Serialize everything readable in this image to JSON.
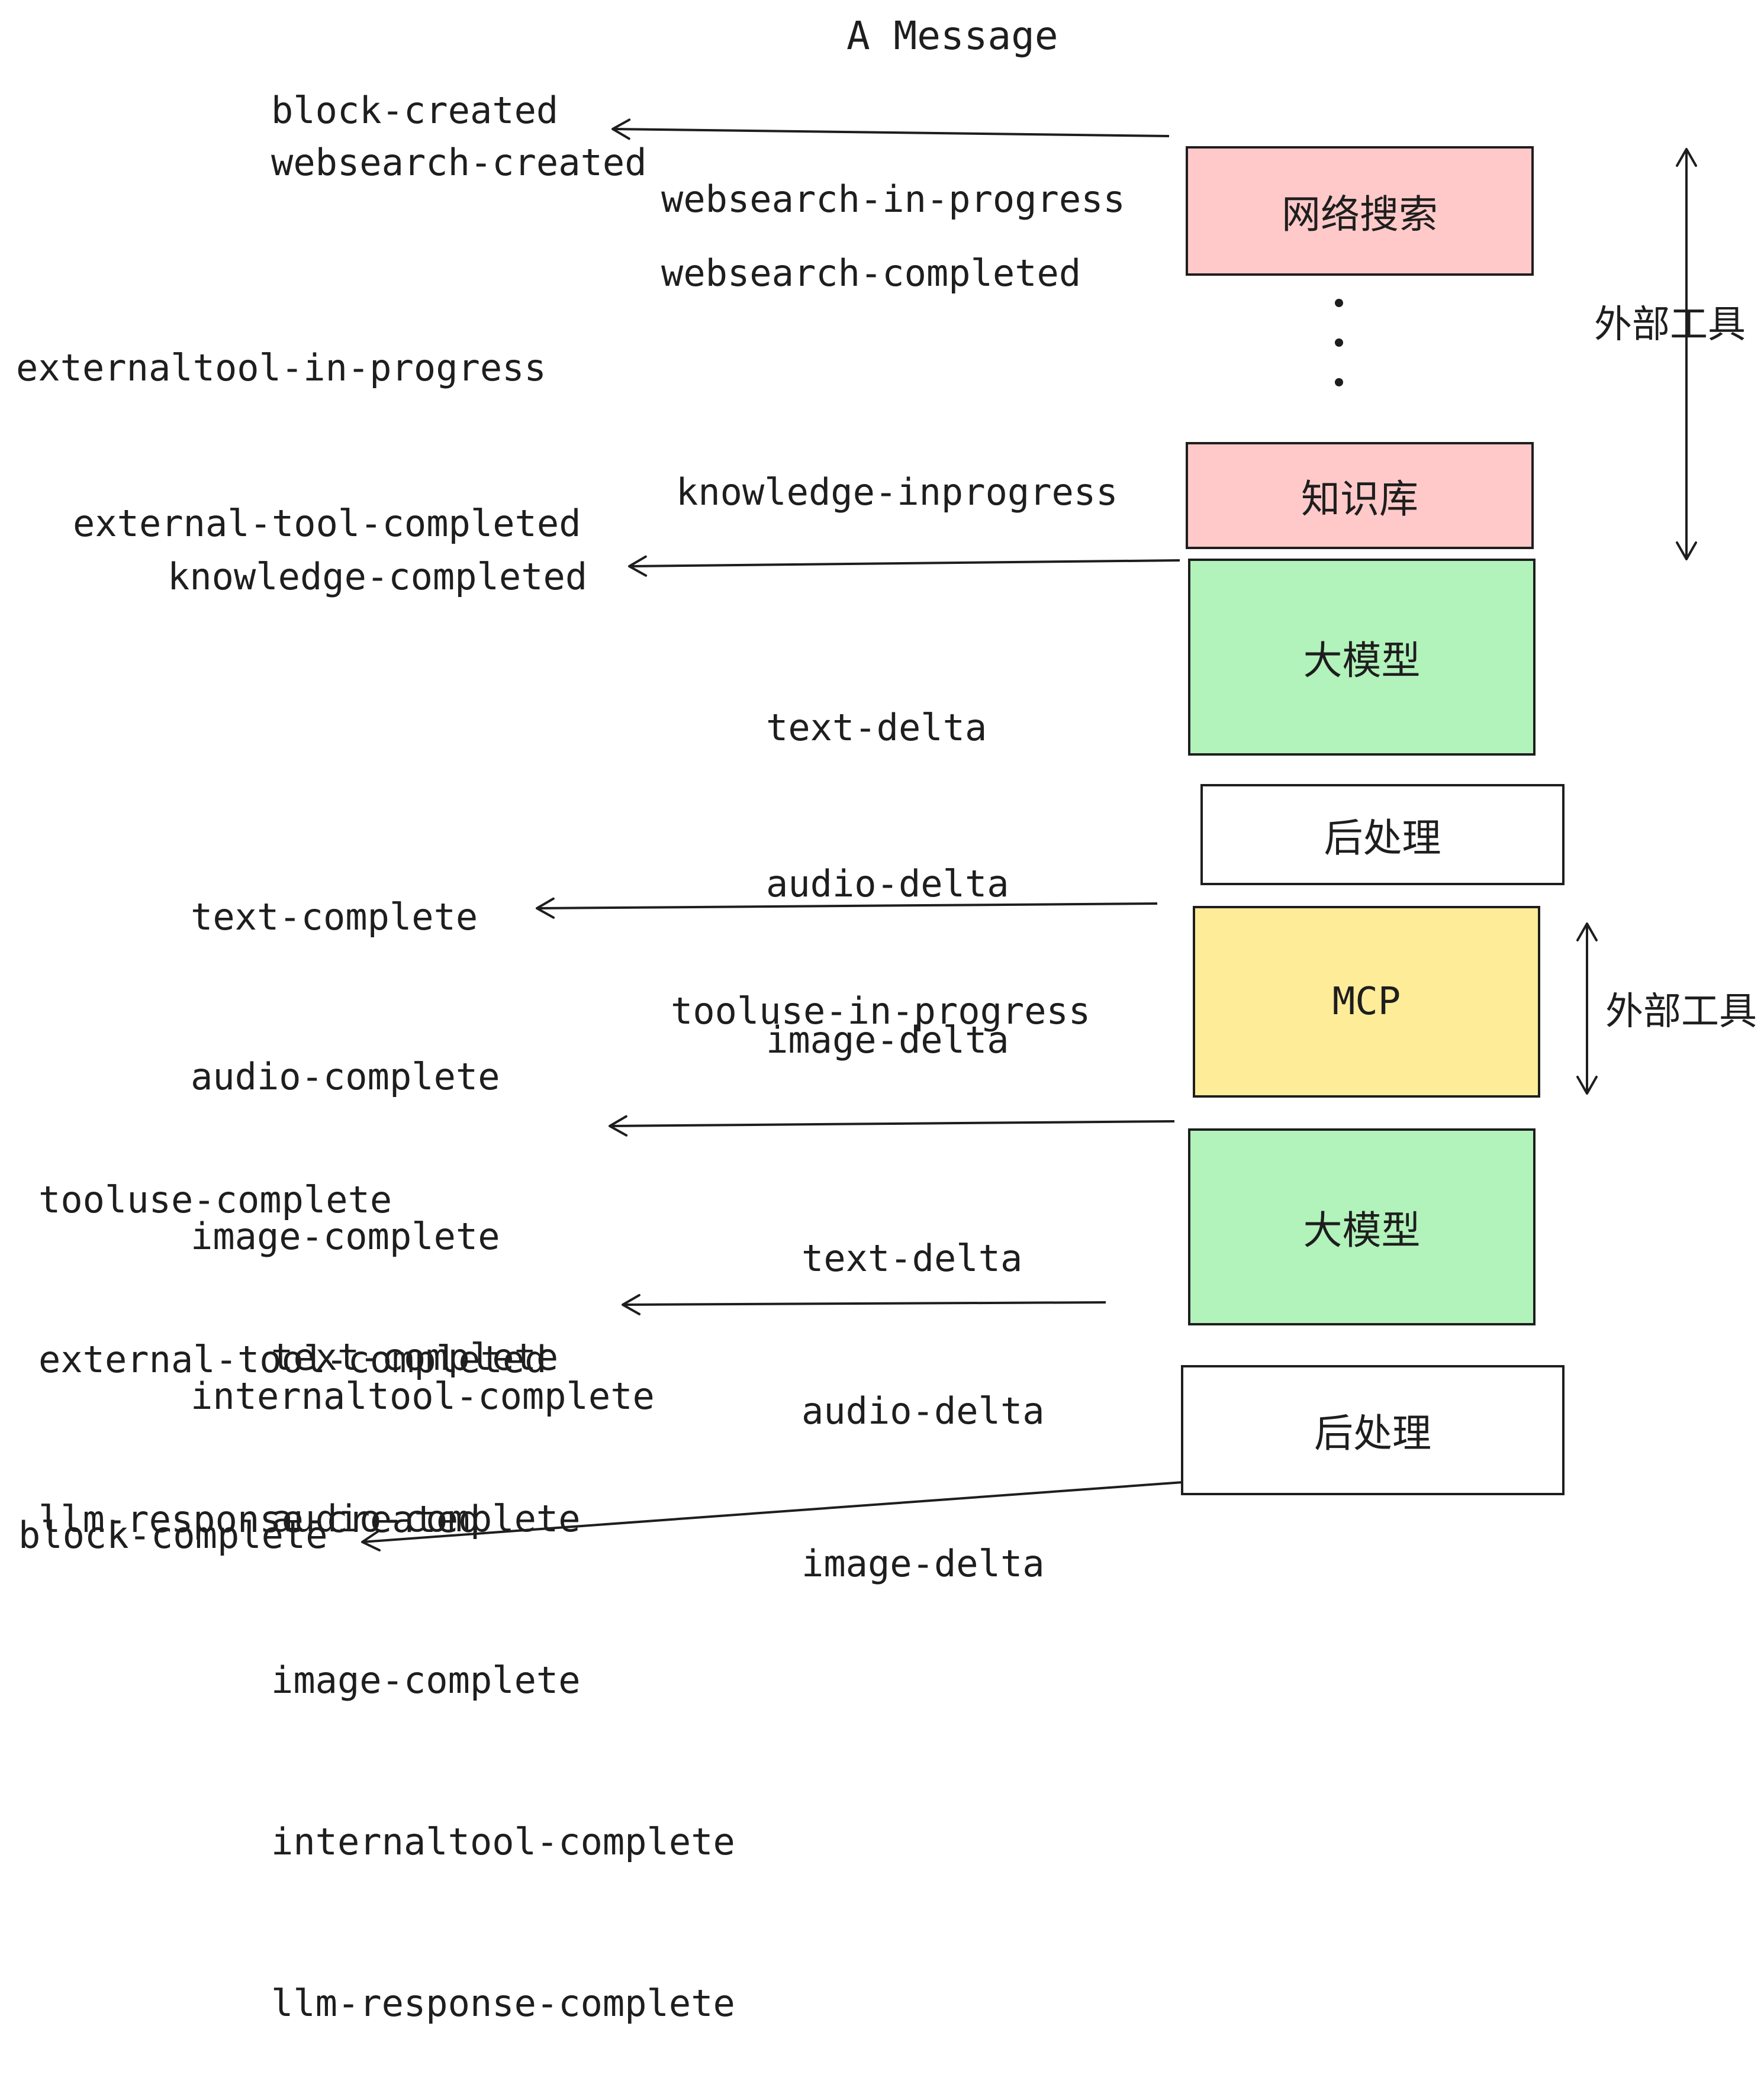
{
  "title": "A Message",
  "events": {
    "block_created": "block-created",
    "websearch_created": "websearch-created",
    "websearch_in_progress": "websearch-in-progress",
    "websearch_completed": "websearch-completed",
    "externaltool_in_progress": "externaltool-in-progress",
    "knowledge_inprogress": "knowledge-inprogress",
    "external_tool_completed": "external-tool-completed",
    "knowledge_completed": "knowledge-completed",
    "llm1_deltas": [
      "text-delta",
      "audio-delta",
      "image-delta"
    ],
    "llm1_completes": [
      "text-complete",
      "audio-complete",
      "image-complete",
      "internaltool-complete"
    ],
    "tooluse_in_progress": "tooluse-in-progress",
    "mcp_completes": [
      "tooluse-complete",
      "external-tool-completed",
      "llm-response-created"
    ],
    "llm2_deltas": [
      "text-delta",
      "audio-delta",
      "image-delta"
    ],
    "llm2_completes": [
      "text-complete",
      "audio-complete",
      "image-complete",
      "internaltool-complete",
      "llm-response-complete"
    ],
    "block_complete": "block-complete"
  },
  "boxes": {
    "websearch": {
      "label": "网络搜索",
      "fill": "#ffc9c9"
    },
    "knowledge": {
      "label": "知识库",
      "fill": "#ffc9c9"
    },
    "llm1": {
      "label": "大模型",
      "fill": "#b2f2bb"
    },
    "post1": {
      "label": "后处理",
      "fill": "#ffffff"
    },
    "mcp": {
      "label": "MCP",
      "fill": "#ffec99"
    },
    "llm2": {
      "label": "大模型",
      "fill": "#b2f2bb"
    },
    "post2": {
      "label": "后处理",
      "fill": "#ffffff"
    }
  },
  "annotations": {
    "external_tools_top": "外部工具",
    "external_tools_mcp": "外部工具"
  },
  "icons": {
    "more_items": "vertical-ellipsis"
  },
  "colors": {
    "ink": "#1e1e1e",
    "pink_fill": "#ffc9c9",
    "green_fill": "#b2f2bb",
    "yellow_fill": "#ffec99",
    "white_fill": "#ffffff"
  }
}
